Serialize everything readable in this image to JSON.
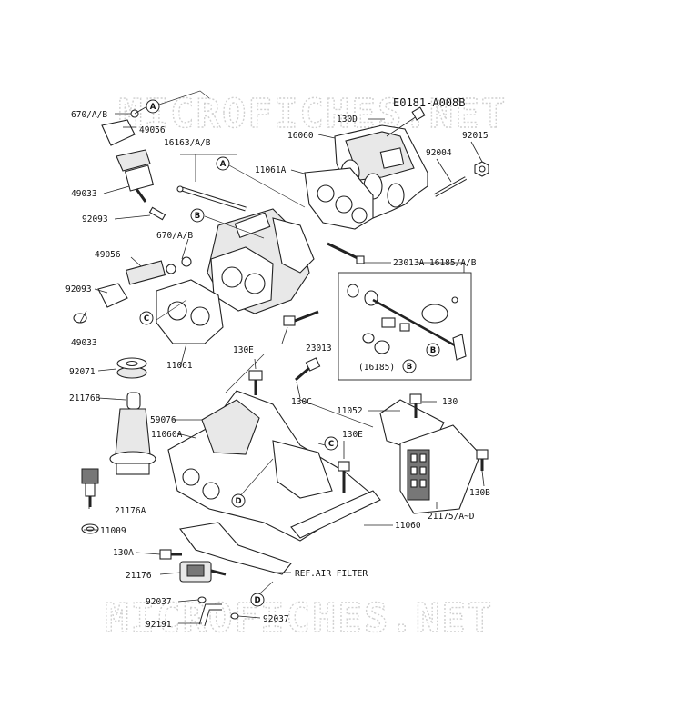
{
  "diagram_code": "E0181-A008B",
  "watermarks": [
    "MICROFICHES.NET",
    "MICROFICHES.NET"
  ],
  "ref_letters": [
    "A",
    "A",
    "B",
    "B",
    "B",
    "C",
    "C",
    "D",
    "D"
  ],
  "part_labels": [
    "670/A/B",
    "49056",
    "16163/A/B",
    "49033",
    "92093",
    "670/A/B",
    "49056",
    "92093",
    "49033",
    "11061",
    "92071",
    "21176B",
    "59076",
    "11060A",
    "130E",
    "130C",
    "21176A",
    "11009",
    "130A",
    "21176",
    "92037",
    "92191",
    "130D",
    "16060",
    "92015",
    "92004",
    "11061A",
    "23013A",
    "16185/A/B",
    "23013",
    "(16185)",
    "11052",
    "130",
    "130E",
    "130B",
    "21175/A~D",
    "11060",
    "REF.AIR FILTER",
    "92037"
  ]
}
